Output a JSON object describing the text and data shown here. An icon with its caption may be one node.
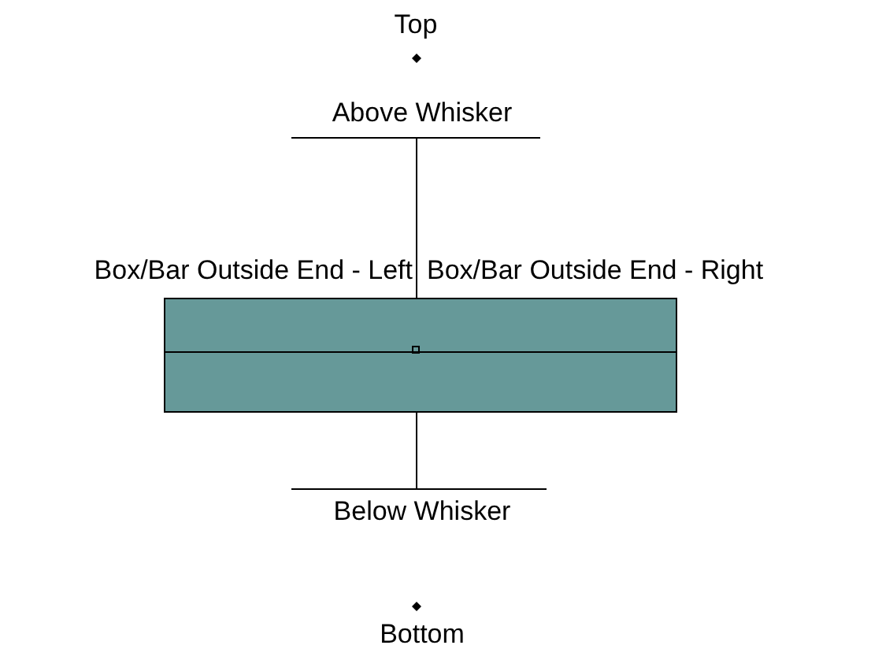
{
  "diagram": {
    "labels": [
      "Top",
      "Above Whisker",
      "Box/Bar Outside End - Left",
      "Box/Bar Outside End - Right",
      "Below Whisker",
      "Bottom"
    ]
  }
}
